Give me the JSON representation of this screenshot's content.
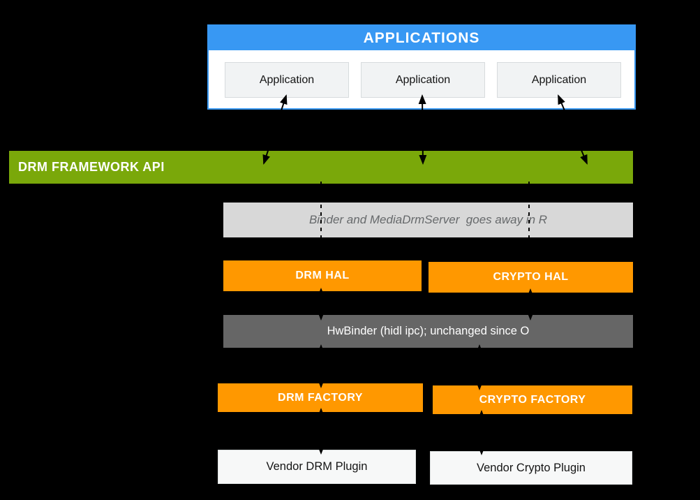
{
  "colors": {
    "blue": "#3898F3",
    "green": "#7AA80A",
    "orange": "#FF9800",
    "light-gray": "#D8D8D8",
    "dark-gray": "#666666",
    "box-bg": "#F1F3F4",
    "plugin-bg": "#F7F8F8",
    "black": "#000000"
  },
  "applications": {
    "header": "APPLICATIONS",
    "items": [
      {
        "label": "Application"
      },
      {
        "label": "Application"
      },
      {
        "label": "Application"
      }
    ]
  },
  "framework": {
    "label": "DRM FRAMEWORK API"
  },
  "binder_note": {
    "label": "Binder and MediaDrmServer  goes away in R"
  },
  "hals": {
    "drm": {
      "label": "DRM HAL"
    },
    "crypto": {
      "label": "CRYPTO HAL"
    }
  },
  "transport": {
    "label": "HwBinder (hidl ipc); unchanged since O"
  },
  "factories": {
    "drm": {
      "label": "DRM FACTORY"
    },
    "crypto": {
      "label": "CRYPTO FACTORY"
    }
  },
  "plugins": {
    "drm": {
      "label": "Vendor DRM Plugin"
    },
    "crypto": {
      "label": "Vendor Crypto Plugin"
    }
  }
}
